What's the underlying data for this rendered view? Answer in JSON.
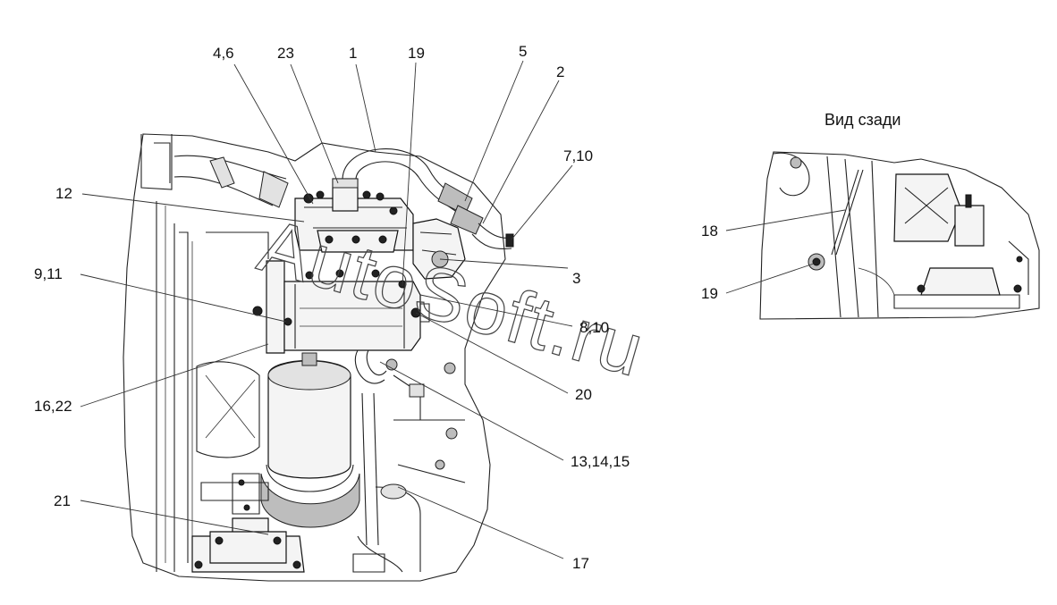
{
  "view_title": "Вид сзади",
  "watermark": "AutoSoft.ru",
  "callouts": {
    "c46": "4,6",
    "c23": "23",
    "c1": "1",
    "c19a": "19",
    "c5": "5",
    "c2": "2",
    "c710": "7,10",
    "c12": "12",
    "c911": "9,11",
    "c3": "3",
    "c810": "8,10",
    "c1622": "16,22",
    "c20": "20",
    "c131415": "13,14,15",
    "c21": "21",
    "c17": "17",
    "c18": "18",
    "c19b": "19"
  }
}
